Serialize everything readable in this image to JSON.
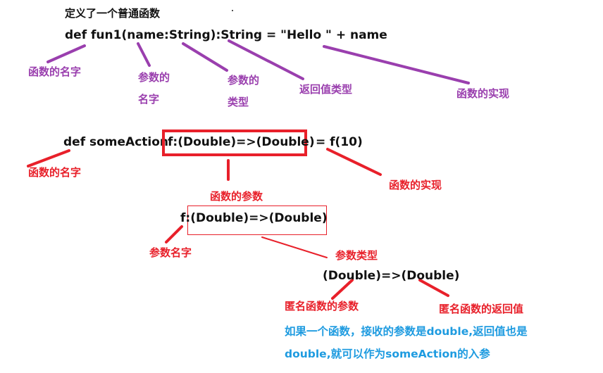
{
  "title": "定义了一个普通函数",
  "code_line_1": "def fun1(name:String):String = \"Hello \" + name",
  "labels_top": {
    "func_name": "函数的名字",
    "param_name_1": "参数的",
    "param_name_2": "名字",
    "param_type_1": "参数的",
    "param_type_2": "类型",
    "return_type": "返回值类型",
    "func_impl": "函数的实现"
  },
  "code_line_2": {
    "prefix": "def someAction",
    "param": "f:(Double)=>(Double)",
    "suffix": "= f(10)"
  },
  "labels_mid": {
    "func_name": "函数的名字",
    "func_param": "函数的参数",
    "func_impl": "函数的实现"
  },
  "param_expr": "f:(Double)=>(Double)",
  "labels_param": {
    "param_name": "参数名字",
    "param_type": "参数类型"
  },
  "anon_expr": "(Double)=>(Double)",
  "labels_anon": {
    "anon_param": "匿名函数的参数",
    "anon_return": "匿名函数的返回值"
  },
  "note_line_1": "如果一个函数，接收的参数是double,返回值也是",
  "note_line_2": "double,就可以作为someAction的入参",
  "colors": {
    "purple": "#9a3fae",
    "red": "#e8202a",
    "blue": "#1e9be0",
    "text": "#111111"
  }
}
